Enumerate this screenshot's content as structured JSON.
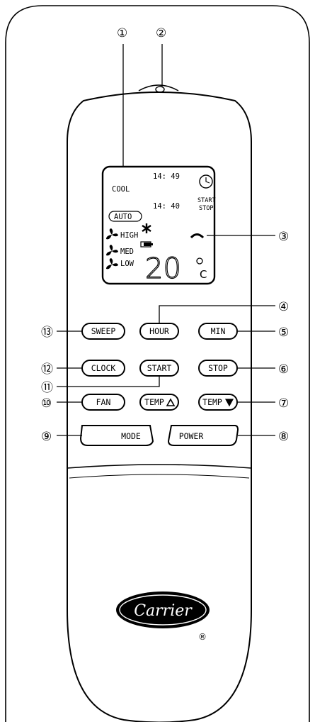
{
  "callouts": [
    "①",
    "②",
    "③",
    "④",
    "⑤",
    "⑥",
    "⑦",
    "⑧",
    "⑨",
    "⑩",
    "⑪",
    "⑫",
    "⑬"
  ],
  "display": {
    "mode": "COOL",
    "clock_time": "14: 49",
    "timer_time": "14: 40",
    "start_label": "START",
    "stop_label": "STOP",
    "auto_label": "AUTO",
    "fan_high": "HIGH",
    "fan_med": "MED",
    "fan_low": "LOW",
    "temperature": "20",
    "temp_unit": "C"
  },
  "buttons": {
    "sweep": "SWEEP",
    "hour": "HOUR",
    "min": "MIN",
    "clock": "CLOCK",
    "start": "START",
    "stop": "STOP",
    "fan": "FAN",
    "temp_up": "TEMP",
    "temp_down": "TEMP",
    "mode": "MODE",
    "power": "POWER"
  },
  "brand": {
    "name": "Carrier",
    "registered": "®"
  },
  "colors": {
    "ink": "#000000",
    "paper": "#ffffff"
  }
}
